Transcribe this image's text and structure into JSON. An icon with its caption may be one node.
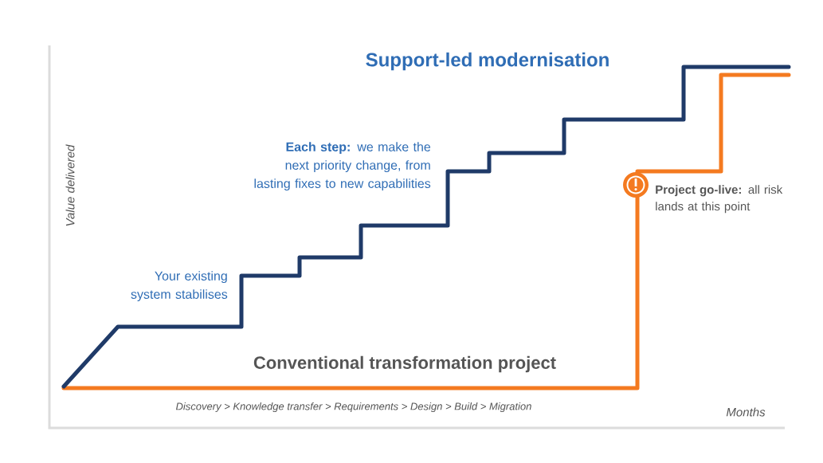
{
  "diagram": {
    "labels": [
      "Support-led modernisation",
      "**Each step:** we make the next priority change, from lasting fixes to new capabilities",
      "Value delivered",
      "**Project go-live:** all risk lands at this point",
      "Your existing system stabilises",
      "Conventional transformation project",
      "Discovery > Knowledge transfer > Requirements > Design > Build > Migration",
      "Months"
    ]
  }
}
